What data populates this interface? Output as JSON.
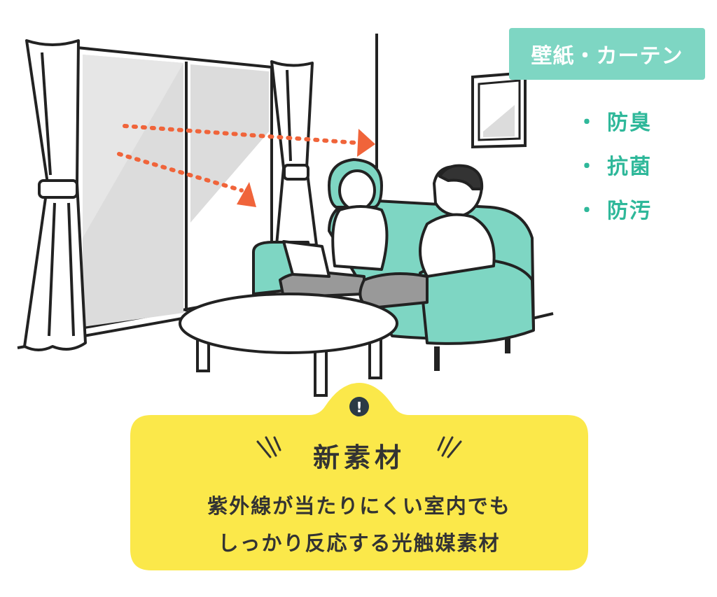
{
  "label": {
    "text": "壁紙・カーテン",
    "bg_color": "#7ed6c3"
  },
  "features": {
    "bullet": "・",
    "items": [
      "防臭",
      "抗菌",
      "防汚"
    ],
    "color": "#2fb89a"
  },
  "callout": {
    "bg_color": "#fbe84a",
    "icon": "exclamation-icon",
    "icon_glyph": "!",
    "title": "新素材",
    "body_lines": [
      "紫外線が当たりにくい室内でも",
      "しっかり反応する光触媒素材"
    ]
  },
  "illustration": {
    "accent_color": "#7ed6c3",
    "arrow_color": "#f0643a",
    "line_color": "#222222"
  }
}
